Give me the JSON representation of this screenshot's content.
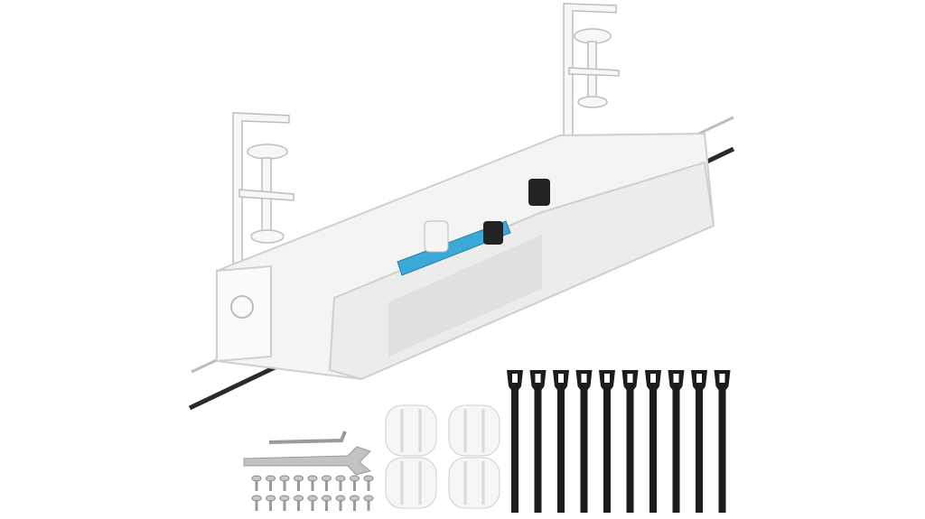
{
  "product": {
    "colors": {
      "background": "#ffffff",
      "tray": "#f4f4f4",
      "tray_edge": "#cfcfcf",
      "mesh": "#dcdcdc",
      "cable": "#2a2a2a",
      "strap": "#1c1c1c",
      "power_strip": "#3aa9d8",
      "metal": "#b8b8b8"
    },
    "components": {
      "velcro_straps": 10,
      "cable_clips": 4,
      "screws_per_row": 9,
      "screw_rows": 2,
      "clamps": 2
    }
  }
}
